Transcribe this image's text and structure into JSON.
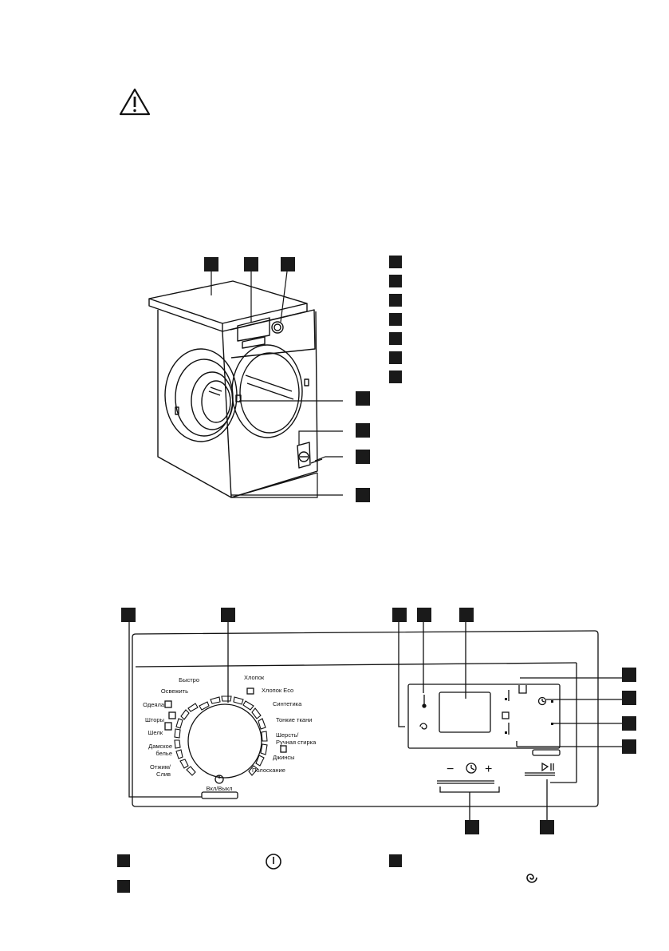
{
  "panel": {
    "programs_left": [
      "Быстро",
      "Освежить",
      "Одеяла",
      "Шторы",
      "Шелк",
      "Дамское",
      "белье",
      "Отжим/",
      "Слив"
    ],
    "programs_right": [
      "Хлопок",
      "Хлопок Eco",
      "Синтетика",
      "Тонкие ткани",
      "Шерсть/",
      "Ручная стирка",
      "Джинсы",
      "Полоскание"
    ],
    "onoff_label": "Вкл/Выкл",
    "time_minus": "−",
    "time_plus": "+"
  },
  "icons": {
    "warning": "warning-triangle-icon",
    "power": "power-icon",
    "spin": "spin-icon",
    "temperature": "thermometer-icon",
    "timer": "clock-icon",
    "start_pause": "start-pause-icon"
  }
}
